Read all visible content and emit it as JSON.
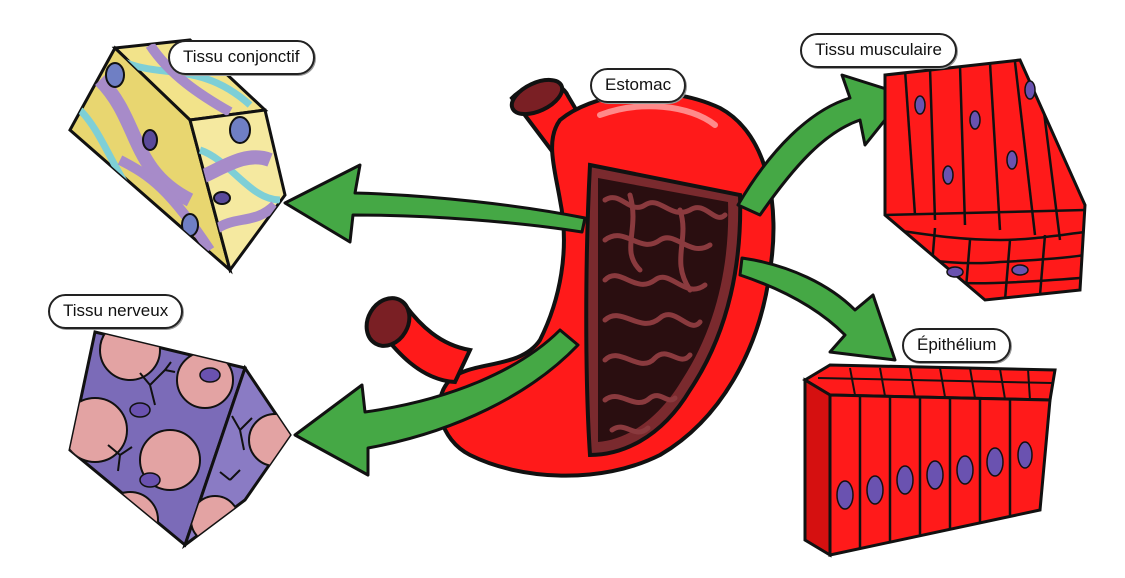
{
  "labels": {
    "center": "Estomac",
    "top_left": "Tissu conjonctif",
    "bottom_left": "Tissu nerveux",
    "top_right": "Tissu musculaire",
    "bottom_right": "Épithélium"
  },
  "colors": {
    "organ_red": "#ff1a1a",
    "organ_dark": "#7a1f24",
    "arrow_green": "#45a845",
    "connective_yellow": "#f2e38a",
    "connective_purple": "#a78bc9",
    "connective_teal": "#7ecfd6",
    "nerve_purple": "#7b6bb8",
    "nerve_pink": "#e3a3a3",
    "nucleus_purple": "#6a52b0",
    "outline": "#111111"
  }
}
